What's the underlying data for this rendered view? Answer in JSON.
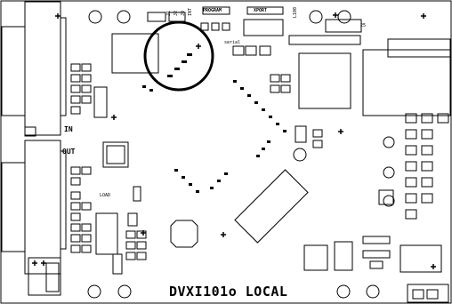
{
  "board": {
    "title": "DVXI101o  LOCAL",
    "port_labels": {
      "in": "IN",
      "out": "OUT"
    },
    "header_labels": {
      "program": "PROGRAM",
      "xport": "XPORT",
      "serial": "serial",
      "load": "LOAD",
      "j1": "J1",
      "j2": "J2",
      "j3": "J3",
      "int": "INT",
      "code_top": "L100",
      "ref_25": "25"
    },
    "highlight": {
      "color": "#000000",
      "shape": "circle"
    }
  }
}
